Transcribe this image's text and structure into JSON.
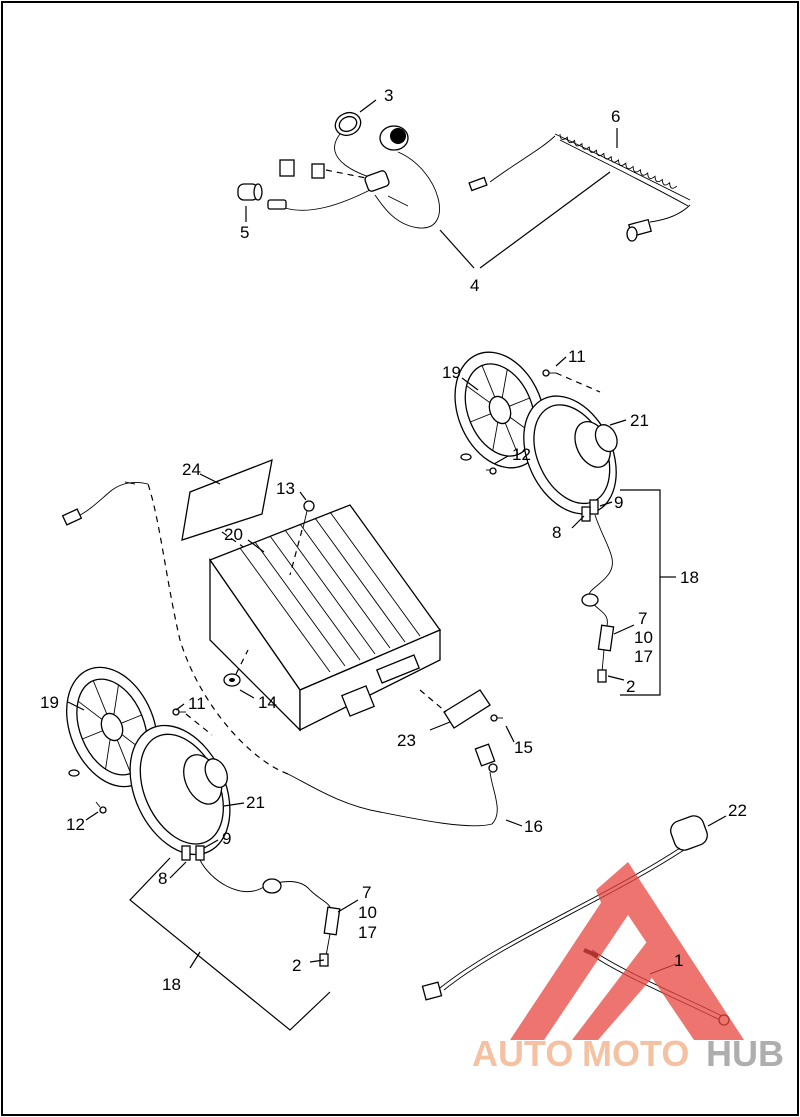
{
  "callouts": {
    "c1": "1",
    "c2a": "2",
    "c2b": "2",
    "c3": "3",
    "c4": "4",
    "c5": "5",
    "c6": "6",
    "c7a": "7",
    "c7b": "7",
    "c8a": "8",
    "c8b": "8",
    "c9a": "9",
    "c9b": "9",
    "c10a": "10",
    "c10b": "10",
    "c11a": "11",
    "c11b": "11",
    "c12a": "12",
    "c12b": "12",
    "c13": "13",
    "c14": "14",
    "c15": "15",
    "c16": "16",
    "c17a": "17",
    "c17b": "17",
    "c18a": "18",
    "c18b": "18",
    "c19a": "19",
    "c19b": "19",
    "c20": "20",
    "c21a": "21",
    "c21b": "21",
    "c22": "22",
    "c23": "23",
    "c24": "24"
  },
  "watermark": {
    "part1": "AUTO",
    "part2": "MOTO",
    "part3": "HUB",
    "color_primary": "#f2b48c",
    "color_secondary": "#9a9a9a",
    "logo_color": "#e8463f"
  }
}
